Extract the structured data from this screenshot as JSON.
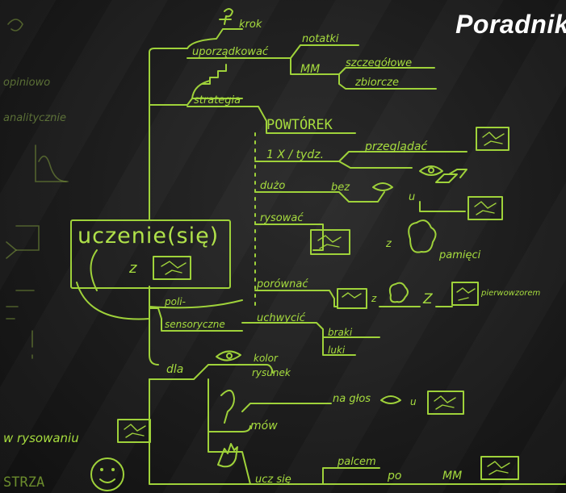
{
  "title": "Poradnik",
  "center": {
    "line1": "uczenie(się)",
    "line2": "z"
  },
  "branches": {
    "krok": "krok",
    "uporzadkowac": "uporządkować",
    "notatki": "notatki",
    "mm": "MM",
    "szczegolowe": "szczegółowe",
    "zbiorcze": "zbiorcze",
    "strategia": "strategia",
    "powtorek": "POWTÓREK",
    "tydz": "1 X / tydz.",
    "przegladac": "przeglądać",
    "duzo": "dużo",
    "bez": "bez",
    "u": "u",
    "rysowac": "rysować",
    "z_pamieci_z": "z",
    "pamieci": "pamięci",
    "porownac": "porównać",
    "z2": "z",
    "z3": "Z",
    "pierwowzor": "pierwowzorem",
    "poli": "poli-",
    "sensoryczne": "sensoryczne",
    "uchwycic": "uchwycić",
    "braki": "braki",
    "luki": "luki",
    "dla": "dla",
    "kolor": "kolor",
    "rysunek": "rysunek",
    "mow": "mów",
    "na_glos": "na głos",
    "u2": "u",
    "ucz_sie": "ucz się",
    "palcem": "palcem",
    "po": "po",
    "mm2": "MM"
  },
  "left_edge": {
    "item1": "opiniowo",
    "item2": "analitycznie",
    "rysowaniu": "w rysowaniu",
    "strza": "STRZA"
  }
}
